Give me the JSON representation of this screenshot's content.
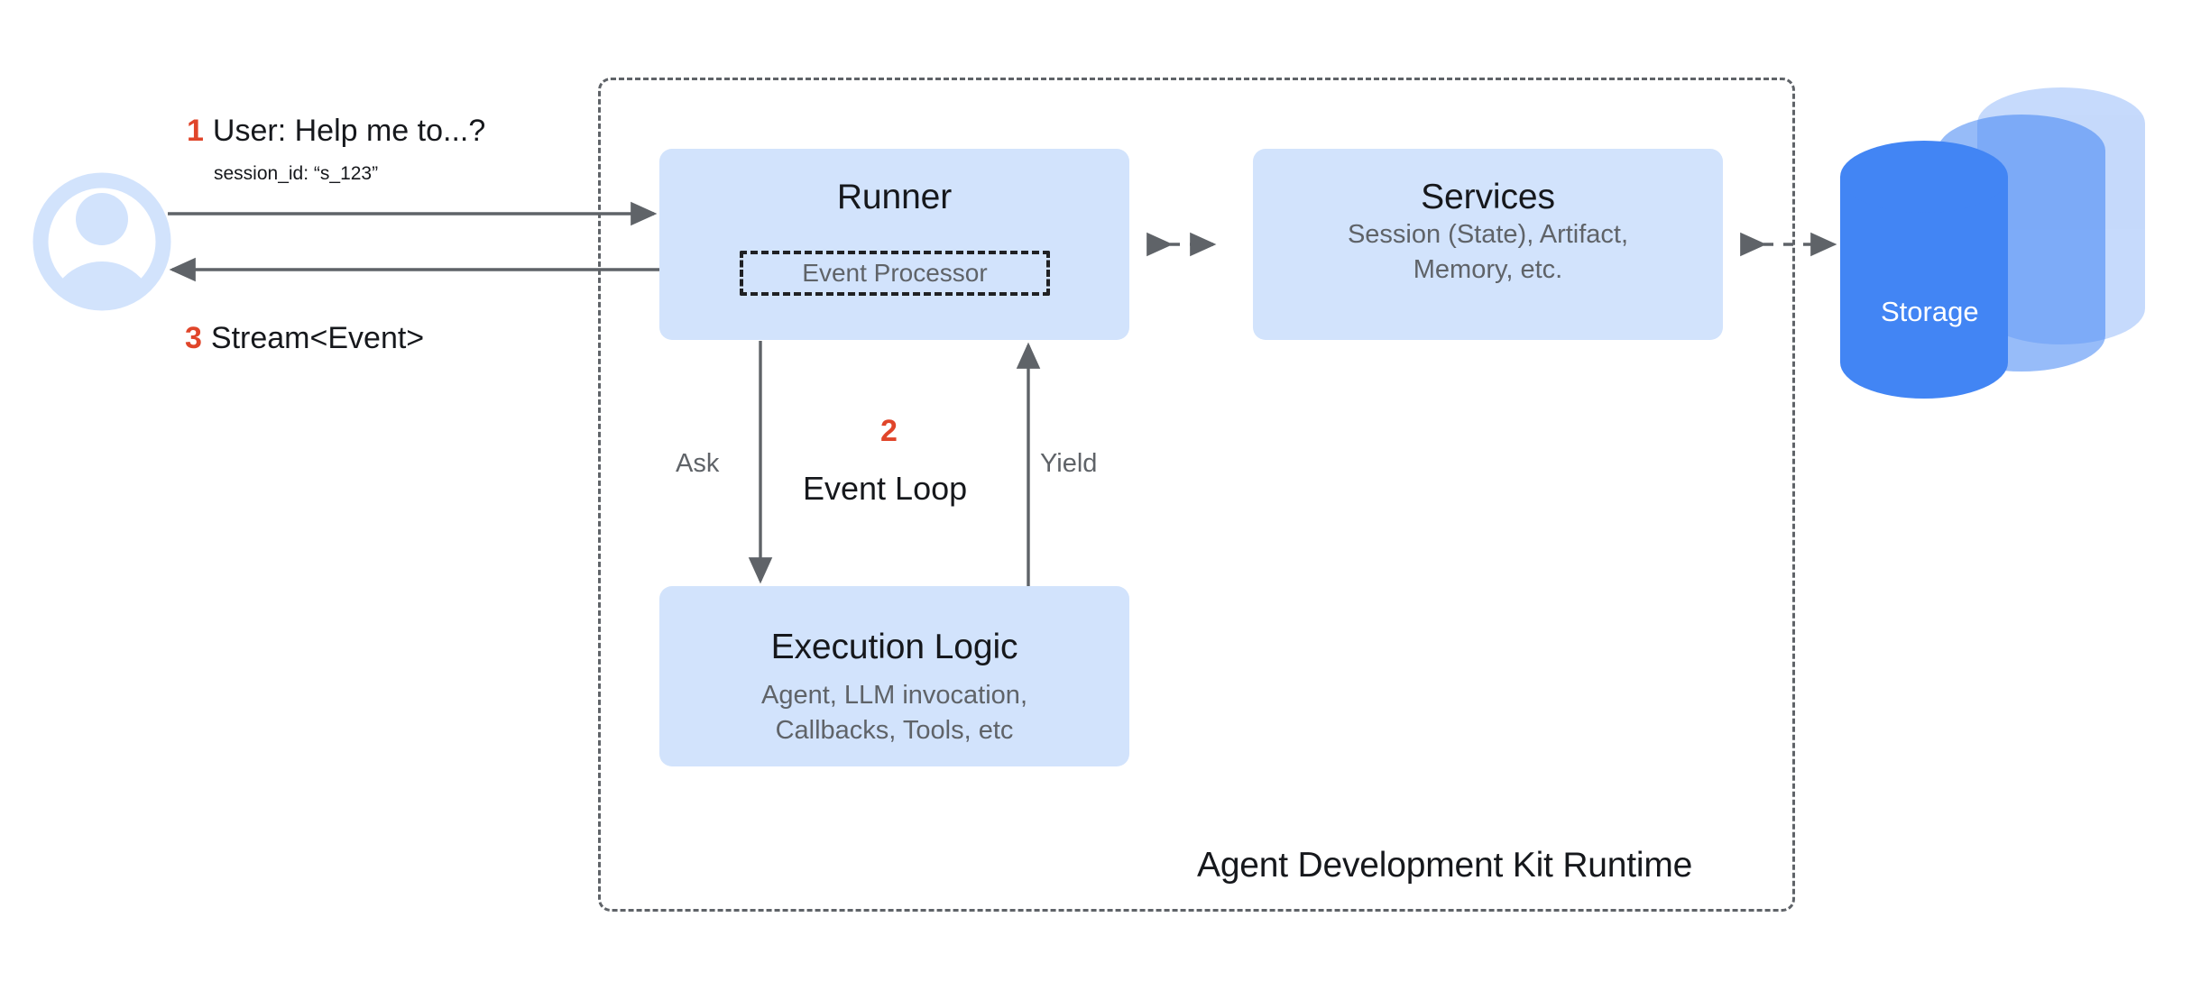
{
  "diagram": {
    "title": "Agent Development Kit Runtime"
  },
  "actors": {
    "user": {
      "icon": "user-avatar-icon"
    }
  },
  "flow": {
    "request": {
      "number": "1",
      "text": "User: Help me to...?",
      "detail": "session_id: “s_123”"
    },
    "response": {
      "number": "3",
      "text": "Stream<Event>"
    },
    "loop": {
      "number": "2",
      "label": "Event Loop",
      "ask_label": "Ask",
      "yield_label": "Yield"
    }
  },
  "nodes": {
    "runner": {
      "title": "Runner",
      "inner": "Event Processor"
    },
    "services": {
      "title": "Services",
      "subtitle_line1": "Session (State), Artifact,",
      "subtitle_line2": "Memory, etc."
    },
    "execution_logic": {
      "title": "Execution Logic",
      "subtitle_line1": "Agent, LLM invocation,",
      "subtitle_line2": "Callbacks, Tools, etc"
    },
    "storage": {
      "label": "Storage"
    }
  },
  "colors": {
    "node_fill": "#d2e3fc",
    "storage_primary": "#4285f4",
    "accent_number": "#e0452a",
    "line": "#5f6368",
    "text_primary": "#16181c",
    "text_secondary": "#5f6368"
  }
}
